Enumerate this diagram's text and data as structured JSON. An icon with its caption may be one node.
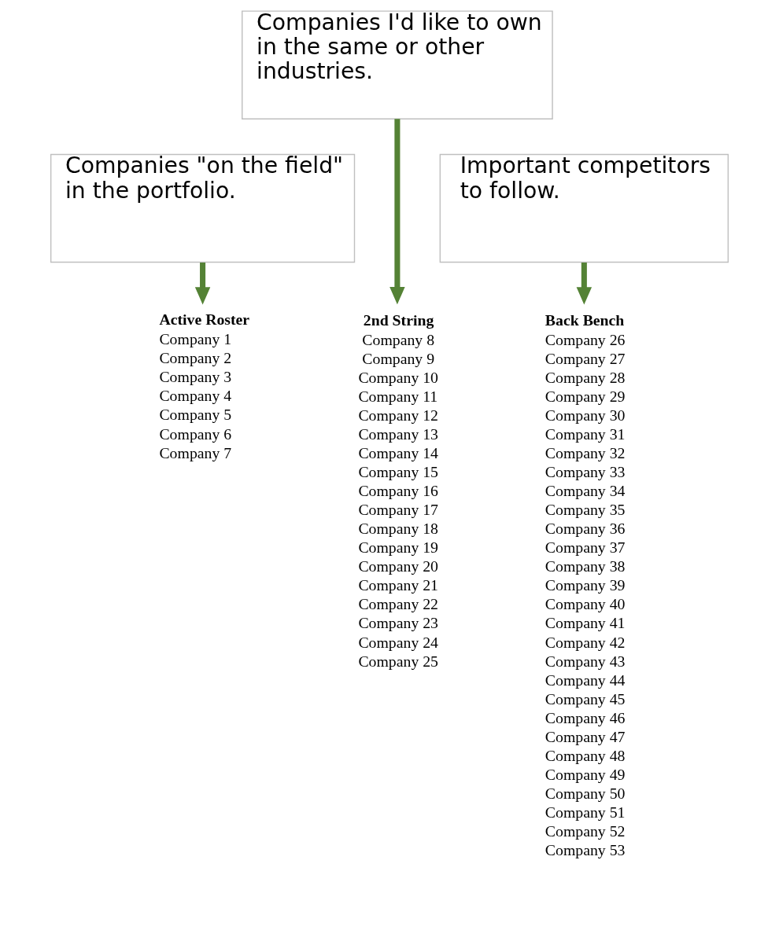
{
  "diagram": {
    "nodes": [
      {
        "text": [
          "Companies \"on the field\" in the portfolio."
        ]
      },
      {
        "text": [
          "Companies I'd like to own in the same or other industries."
        ]
      },
      {
        "text": [
          "Important competitors to follow."
        ]
      },
      {
        "text": [
          "Active Roster",
          "Company 1",
          "Company 2",
          "Company 3",
          "Company 4",
          "Company 5",
          "Company 6",
          "Company 7"
        ]
      },
      {
        "text": [
          "2nd String",
          "Company 8",
          "Company 9",
          "Company 10",
          "Company 11",
          "Company 12",
          "Company 13",
          "Company 14",
          "Company 15",
          "Company 16",
          "Company 17",
          "Company 18",
          "Company 19",
          "Company 20",
          "Company 21",
          "Company 22",
          "Company 23",
          "Company 24",
          "Company 25"
        ]
      },
      {
        "text": [
          "Back Bench",
          "Company 26",
          "Company 27",
          "Company 28",
          "Company 29",
          "Company 30",
          "Company 31",
          "Company 32",
          "Company 33",
          "Company 34",
          "Company 35",
          "Company 36",
          "Company 37",
          "Company 38",
          "Company 39",
          "Company 40",
          "Company 41",
          "Company 42",
          "Company 43",
          "Company 44",
          "Company 45",
          "Company 46",
          "Company 47",
          "Company 48",
          "Company 49",
          "Company 50",
          "Company 51",
          "Company 52",
          "Company 53"
        ]
      }
    ],
    "edges": [
      {
        "from": 0,
        "to": 3,
        "arrow": "to"
      },
      {
        "from": 1,
        "to": 4,
        "arrow": "to"
      },
      {
        "from": 2,
        "to": 5,
        "arrow": "to"
      }
    ]
  }
}
